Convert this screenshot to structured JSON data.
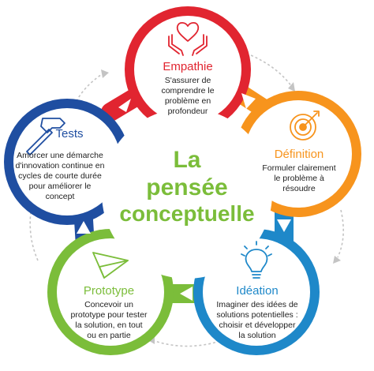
{
  "title": {
    "lines": [
      "La",
      "pensée",
      "conceptuelle"
    ]
  },
  "colors": {
    "empathie": "#e12530",
    "definition": "#f7941d",
    "ideation": "#1e88c9",
    "prototype": "#7bbd3a",
    "tests": "#1f4ea1",
    "center_text": "#7bbd3a"
  },
  "steps": [
    {
      "id": "empathie",
      "title": "Empathie",
      "icon": "heart-in-hands-icon",
      "desc": [
        "S'assurer de",
        "comprendre le",
        "problème en",
        "profondeur"
      ]
    },
    {
      "id": "definition",
      "title": "Définition",
      "icon": "target-icon",
      "desc": [
        "Formuler clairement",
        "le problème à",
        "résoudre"
      ]
    },
    {
      "id": "ideation",
      "title": "Idéation",
      "icon": "lightbulb-icon",
      "desc": [
        "Imaginer des idées de",
        "solutions potentielles :",
        "choisir et développer",
        "la solution"
      ]
    },
    {
      "id": "prototype",
      "title": "Prototype",
      "icon": "paper-plane-icon",
      "desc": [
        "Concevoir un",
        "prototype pour tester",
        "la solution, en tout",
        "ou en partie"
      ]
    },
    {
      "id": "tests",
      "title": "Tests",
      "icon": "hammer-icon",
      "desc": [
        "Amorcer une démarche",
        "d'innovation continue en",
        "cycles de courte durée",
        "pour améliorer le",
        "concept"
      ]
    }
  ]
}
